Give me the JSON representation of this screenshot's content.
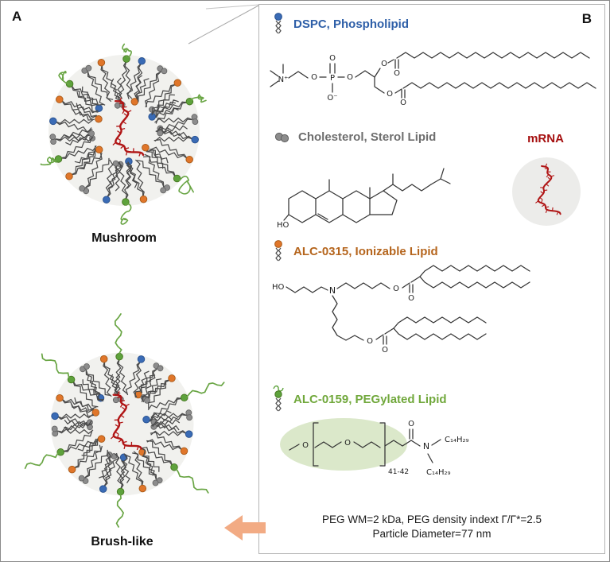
{
  "panel_a": {
    "label": "A",
    "mushroom_caption": "Mushroom",
    "brush_caption": "Brush-like"
  },
  "panel_b": {
    "label": "B",
    "legend": [
      {
        "id": "dspc",
        "title": "DSPC, Phospholipid",
        "color": "#2e5fa8"
      },
      {
        "id": "cholesterol",
        "title": "Cholesterol, Sterol Lipid",
        "color": "#6e6e6e"
      },
      {
        "id": "alc0315",
        "title": "ALC-0315, Ionizable Lipid",
        "color": "#b5651d"
      },
      {
        "id": "alc0159",
        "title": "ALC-0159, PEGylated Lipid",
        "color": "#71a83c"
      }
    ],
    "mrna_label": "mRNA",
    "footnote_line1": "PEG WM=2 kDa, PEG density indext Γ/Γ*=2.5",
    "footnote_line2": "Particle Diameter=77 nm"
  },
  "structures": {
    "dspc": {
      "n": "N⁺",
      "p": "P",
      "o_double": "O",
      "o_minus": "O⁻",
      "o_left": "O",
      "o_right": "O",
      "o_top_ester": "O",
      "o_top_carbonyl": "O",
      "o_bot_ester": "O",
      "o_bot_carbonyl": "O"
    },
    "chol": {
      "ho": "HO"
    },
    "alc0315": {
      "ho": "HO",
      "n": "N",
      "o_top_ester": "O",
      "o_top_carbonyl": "O",
      "o_bot_ester": "O",
      "o_bot_carbonyl": "O"
    },
    "alc0159": {
      "o_left": "O",
      "o_mid": "O",
      "o_carbonyl": "O",
      "n": "N",
      "repeat": "41-42",
      "chain_top": "C₁₄H₂₉",
      "chain_bot": "C₁₄H₂₉"
    }
  },
  "colors": {
    "orange": "#e0762a",
    "blue": "#3a6bb5",
    "green": "#5ea23c",
    "gray": "#8c8c8c",
    "tail": "#4a4a4a",
    "mrna": "#b01515",
    "peg": "#69a544",
    "core": "#f1f1ee",
    "arrow": "#f2ab84",
    "dspc_text": "#2e5fa8",
    "chol_text": "#6e6e6e",
    "alc0315_text": "#b5651d",
    "alc0159_text": "#71a83c",
    "mrna_text": "#a50f0f"
  }
}
